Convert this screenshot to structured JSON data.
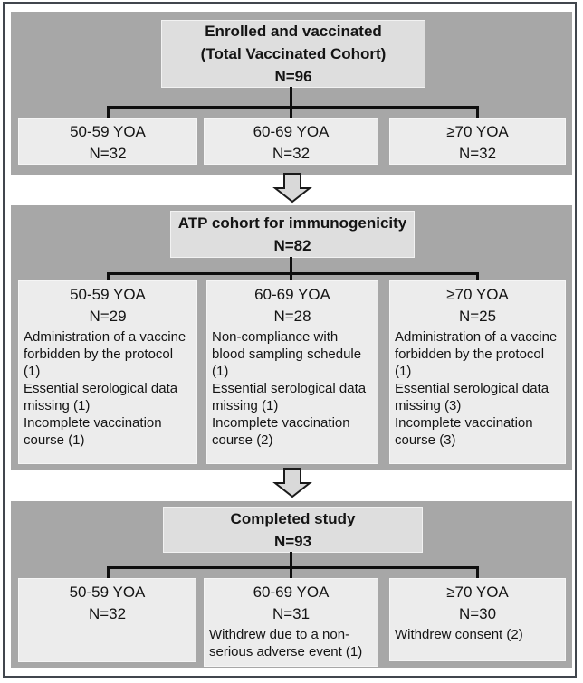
{
  "figure": {
    "name": "Study participant flow diagram",
    "sections": [
      {
        "title": "Enrolled and vaccinated\n(Total Vaccinated Cohort)\nN=96",
        "boxes": [
          {
            "header": "50-59 YOA\nN=32",
            "details": ""
          },
          {
            "header": "60-69 YOA\nN=32",
            "details": ""
          },
          {
            "header": "≥70 YOA\nN=32",
            "details": ""
          }
        ]
      },
      {
        "title": "ATP cohort for immunogenicity\nN=82",
        "boxes": [
          {
            "header": "50-59 YOA\nN=29",
            "details": "Administration of a vaccine forbidden by the protocol (1)\nEssential serological data missing (1)\nIncomplete vaccination course (1)"
          },
          {
            "header": "60-69 YOA\nN=28",
            "details": "Non-compliance with blood sampling schedule (1)\nEssential serological data missing (1)\nIncomplete vaccination course (2)"
          },
          {
            "header": "≥70 YOA\nN=25",
            "details": "Administration of a vaccine forbidden by the protocol (1)\nEssential serological data missing (3)\nIncomplete vaccination course (3)"
          }
        ]
      },
      {
        "title": "Completed study\nN=93",
        "boxes": [
          {
            "header": "50-59 YOA\nN=32",
            "details": ""
          },
          {
            "header": "60-69 YOA\nN=31",
            "details": "Withdrew due to a non-\nserious adverse event (1)"
          },
          {
            "header": "≥70 YOA\nN=30",
            "details": "Withdrew consent (2)"
          }
        ]
      }
    ],
    "colors": {
      "panel_gray": "#a7a7a7",
      "title_box": "#dedede",
      "sub_box": "#ececec",
      "arrow_fill": "#d9d9d9",
      "connector_line": "#0f0f0f",
      "frame_border": "#41464d"
    }
  }
}
